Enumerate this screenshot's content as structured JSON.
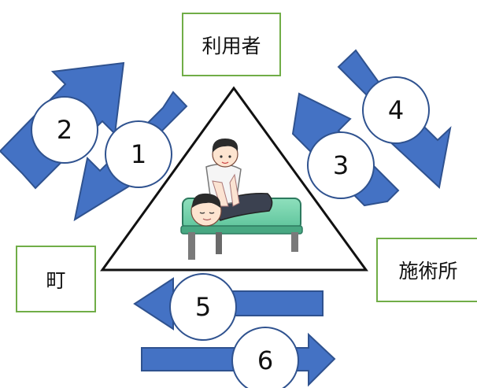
{
  "nodes": {
    "user": "利用者",
    "town": "町",
    "clinic": "施術所"
  },
  "steps": [
    "1",
    "2",
    "3",
    "4",
    "5",
    "6"
  ],
  "colors": {
    "arrow": "#4472c4",
    "arrow_stroke": "#2f528f",
    "box_border": "#70ad47",
    "circle_border": "#2f528f"
  },
  "illustration": "massage-treatment-illustration"
}
